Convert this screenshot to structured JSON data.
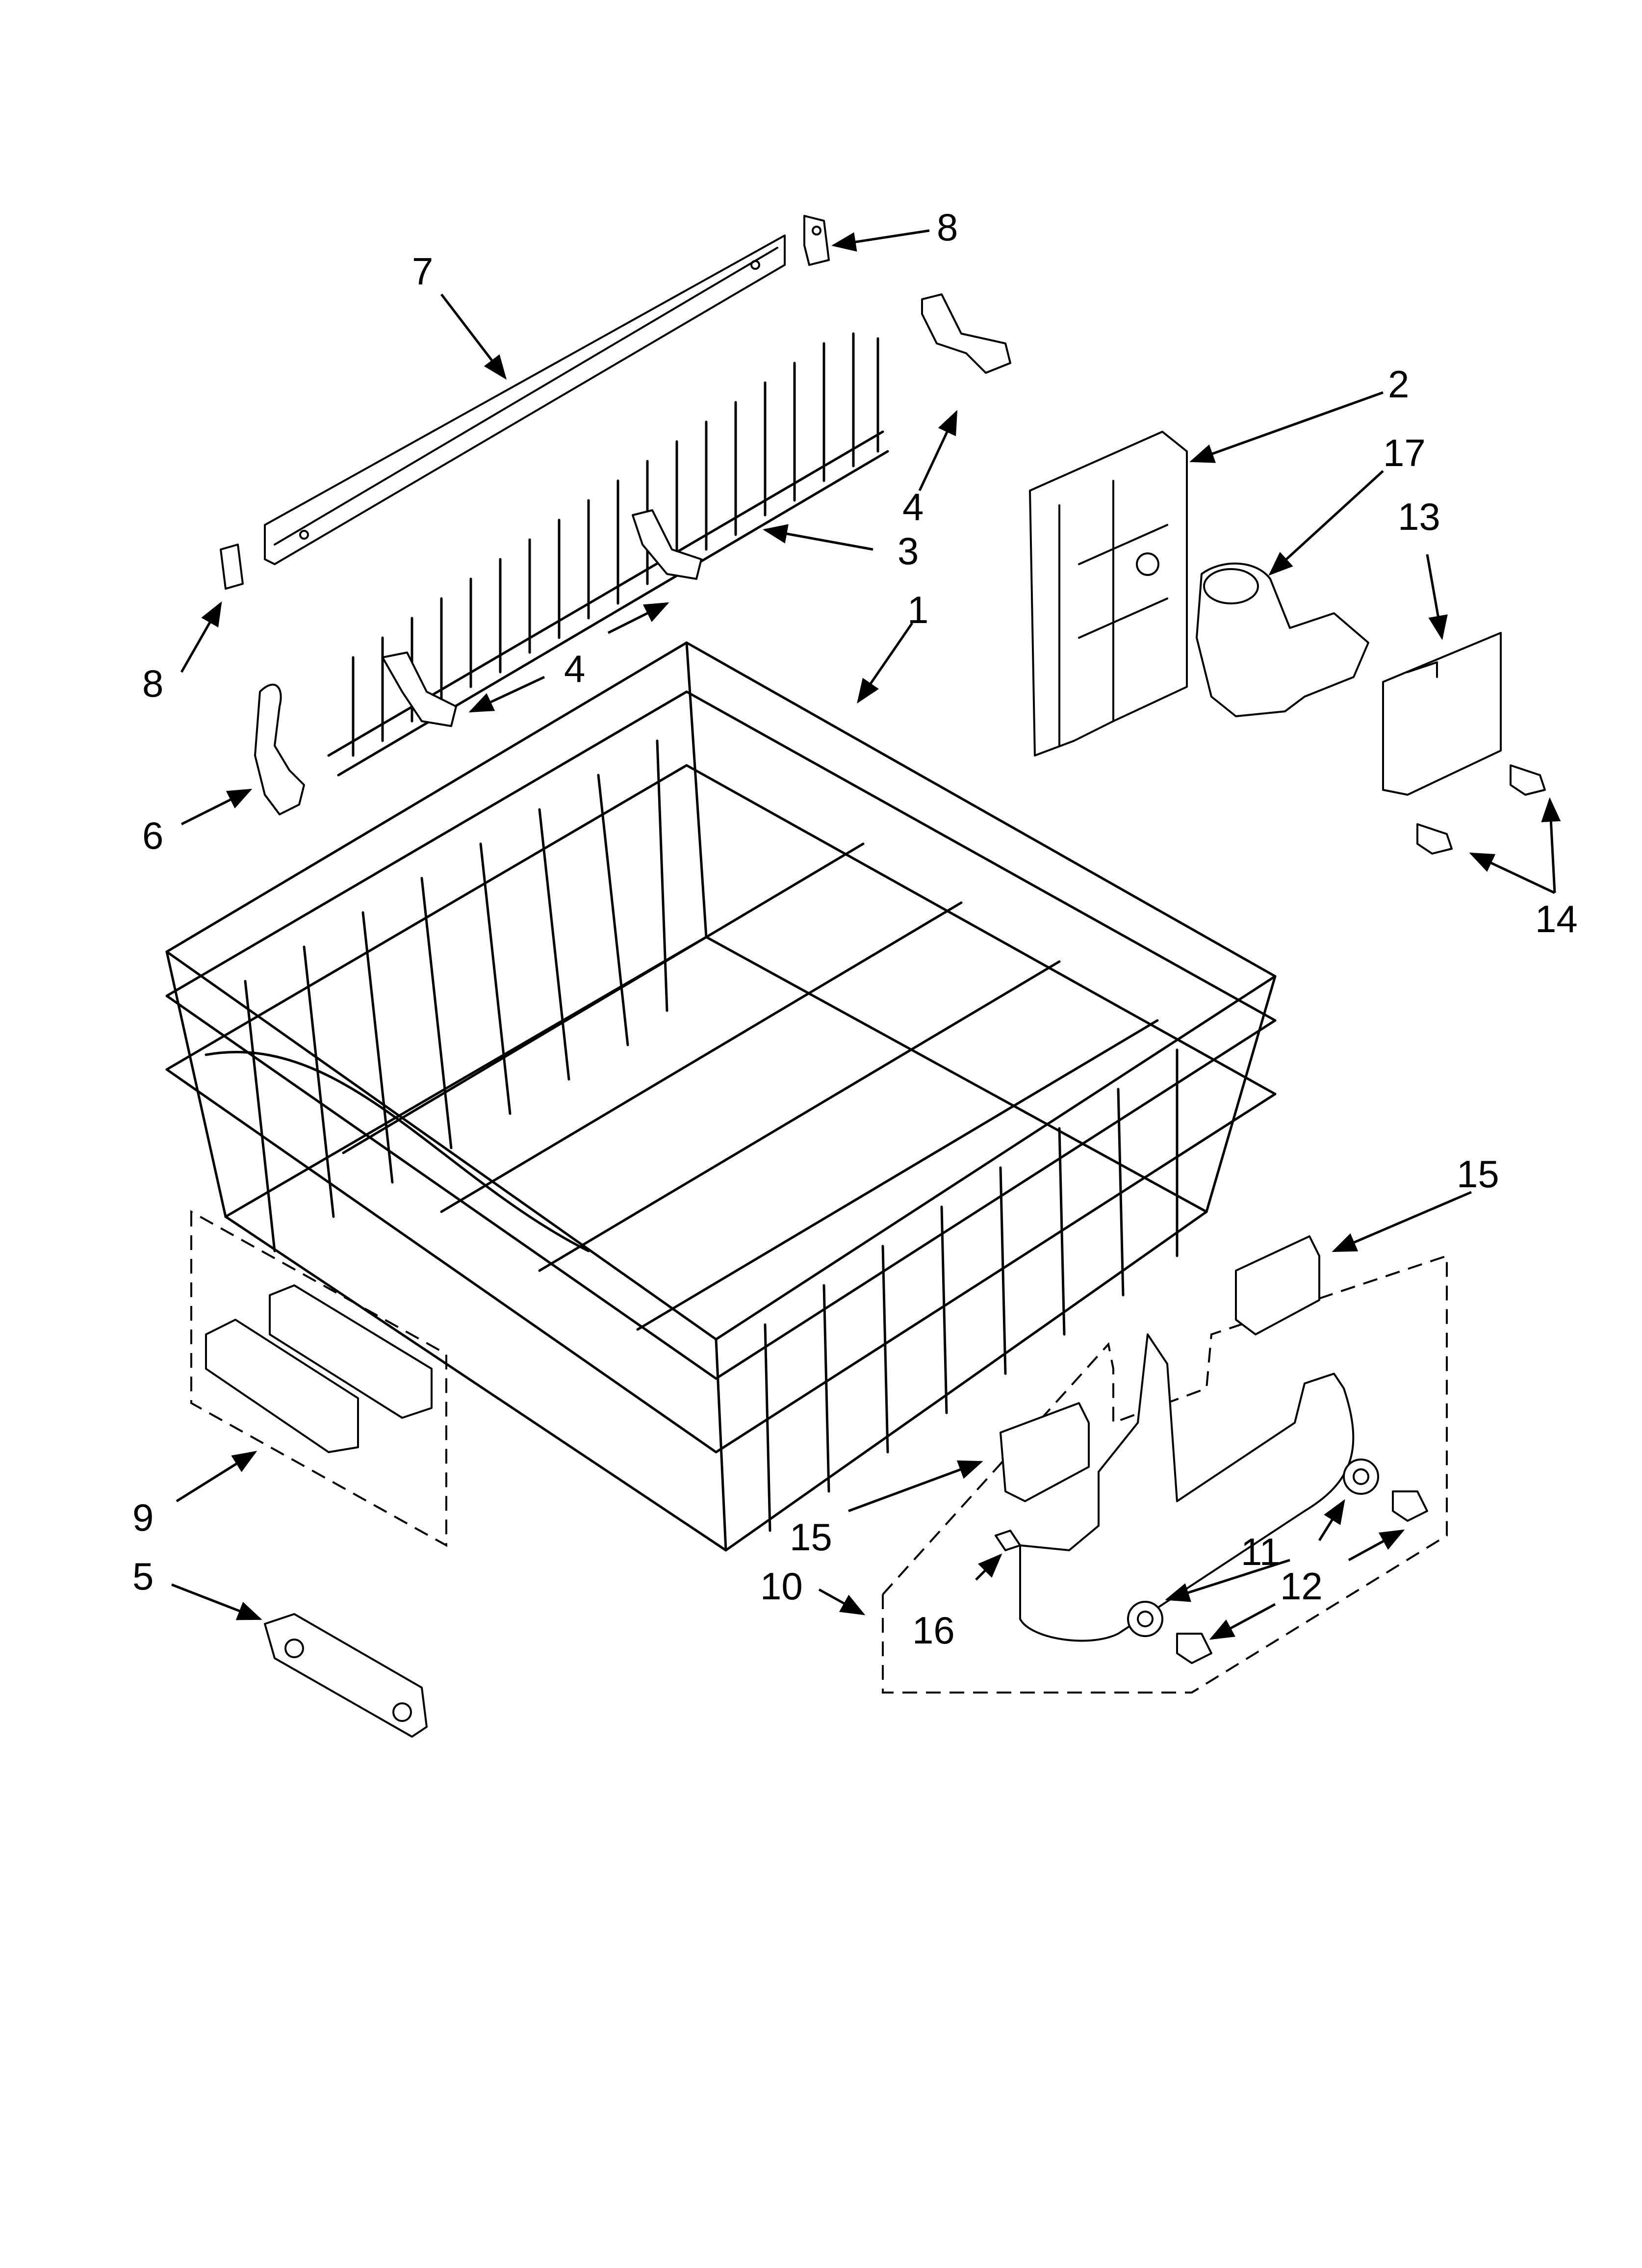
{
  "callouts": {
    "c1": "1",
    "c2": "2",
    "c3": "3",
    "c4a": "4",
    "c4b": "4",
    "c5": "5",
    "c6": "6",
    "c7": "7",
    "c8a": "8",
    "c8b": "8",
    "c9": "9",
    "c10": "10",
    "c11": "11",
    "c12": "12",
    "c13": "13",
    "c14": "14",
    "c15a": "15",
    "c15b": "15",
    "c16": "16",
    "c17": "17"
  }
}
